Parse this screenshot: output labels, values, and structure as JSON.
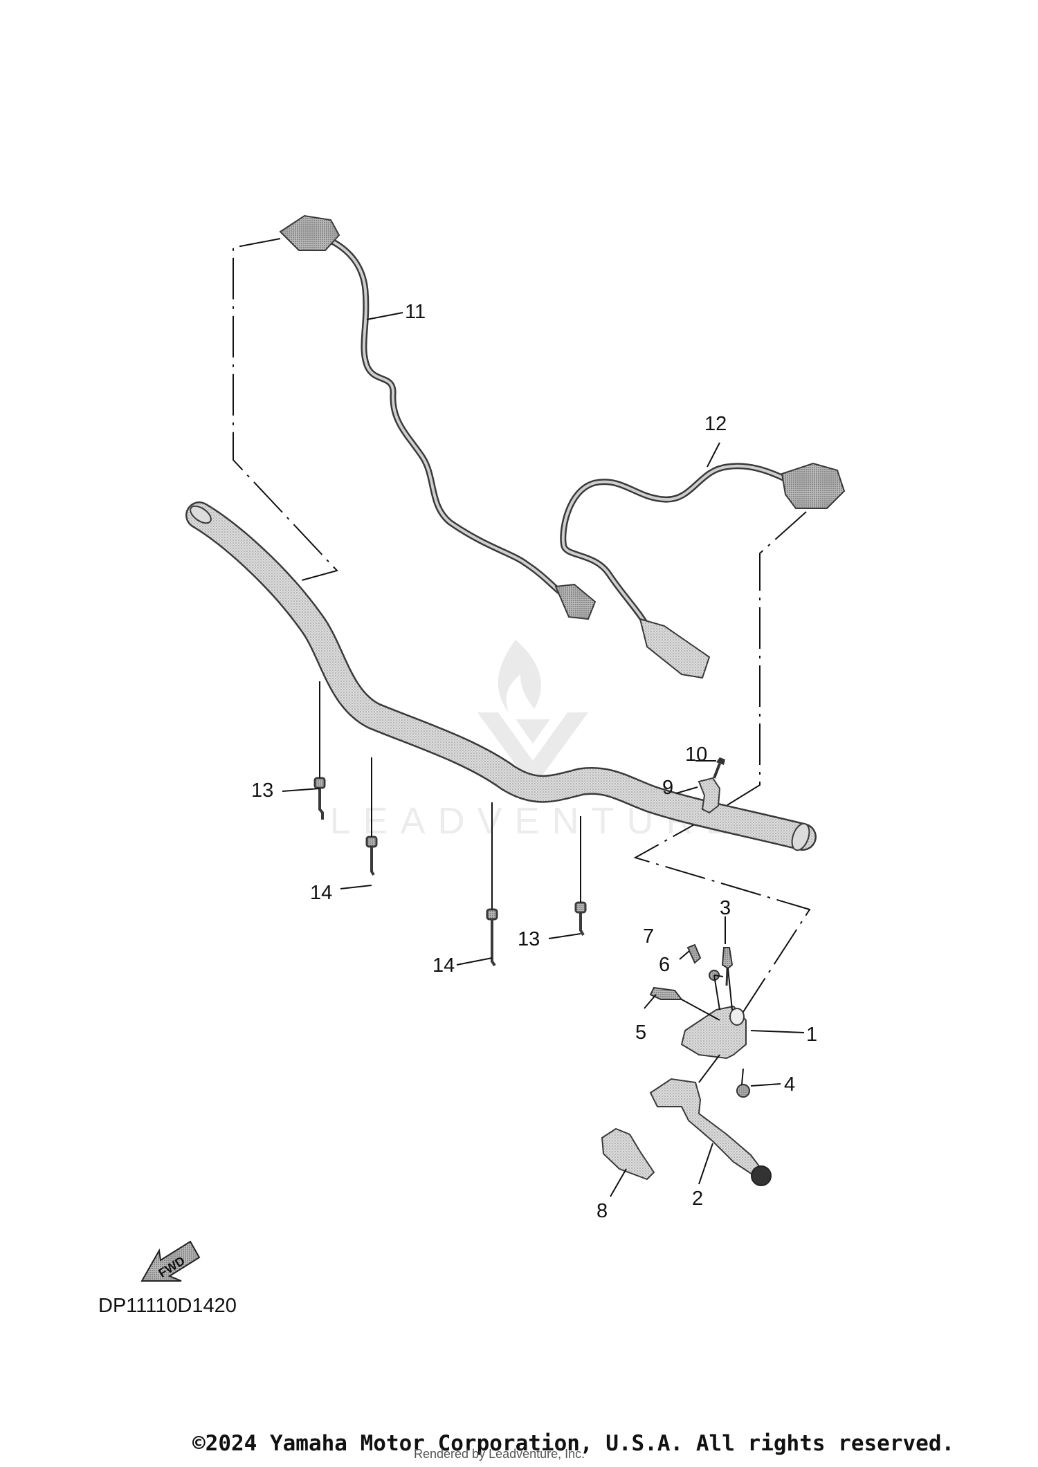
{
  "diagram": {
    "code": "DP11110D1420",
    "fwd_label": "FWD",
    "colors": {
      "part_fill": "#cfcfcf",
      "part_stroke": "#3a3a3a",
      "leader": "#111111",
      "watermark": "#e6e6e6"
    },
    "callouts": [
      "1",
      "2",
      "3",
      "4",
      "5",
      "6",
      "7",
      "8",
      "9",
      "10",
      "11",
      "12",
      "13",
      "14",
      "13",
      "14"
    ]
  },
  "watermark": {
    "text": "LEADVENTURE",
    "icon": "flame-v-logo-icon"
  },
  "footer": {
    "copyright": "©2024 Yamaha Motor Corporation, U.S.A. All rights reserved.",
    "rendered_by": "Rendered by Leadventure, Inc."
  }
}
